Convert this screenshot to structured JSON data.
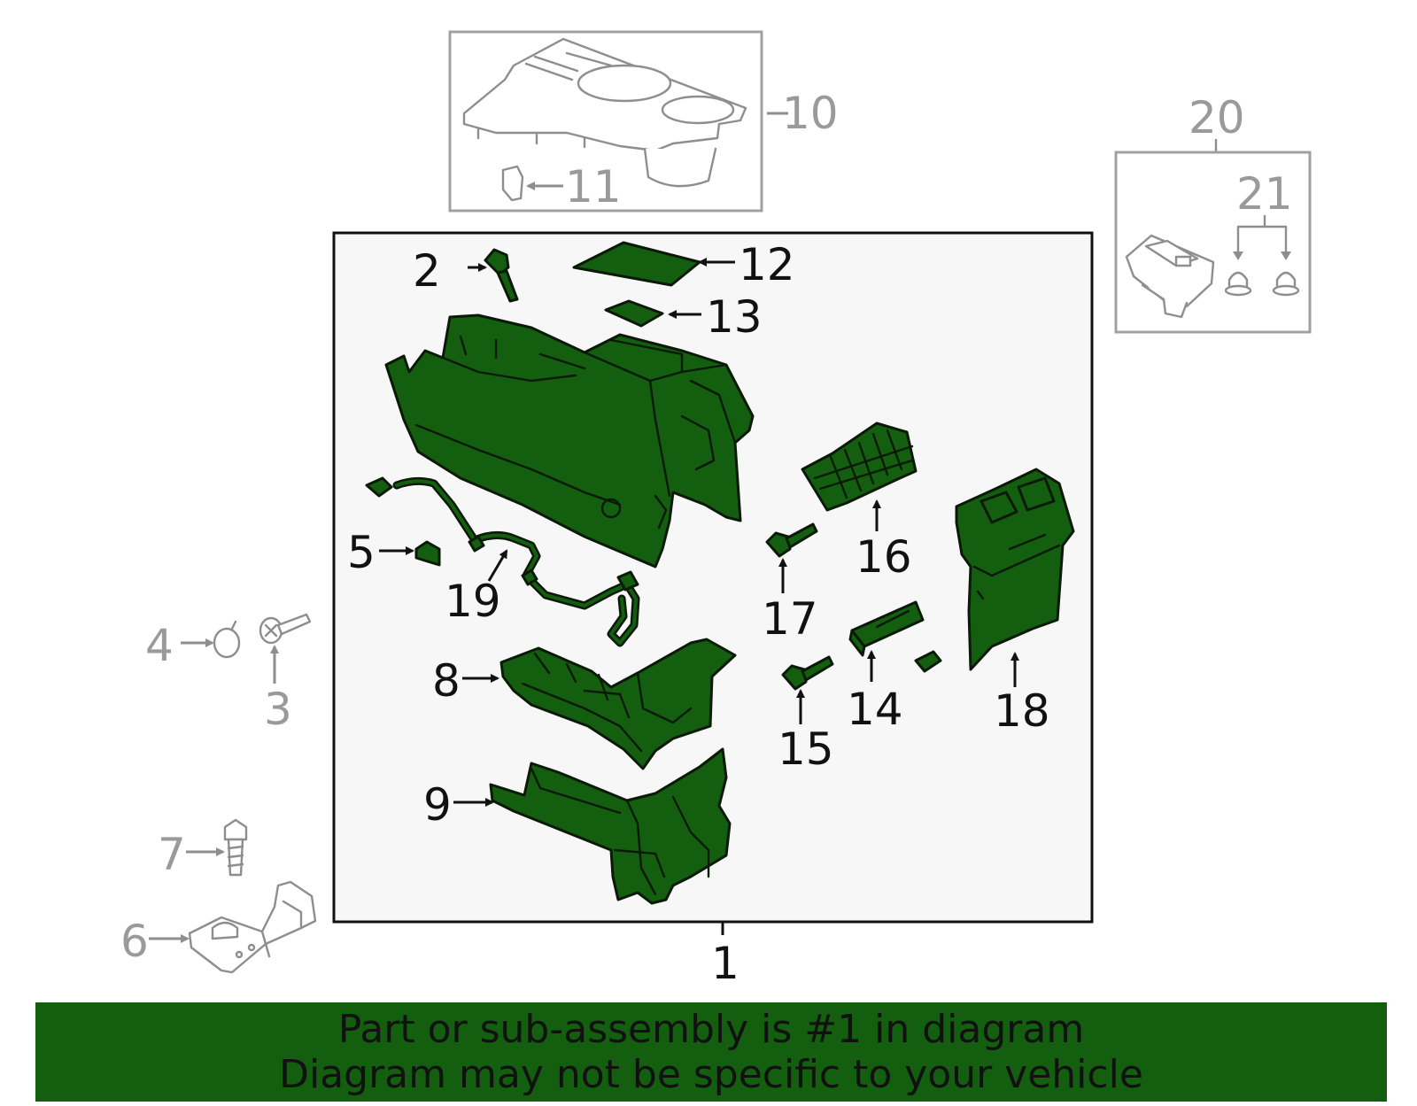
{
  "colors": {
    "highlight_part_fill": "#135f0f",
    "outline": "#0b1a08",
    "ghost_part": "#8e8e8e",
    "main_box_background": "#f7f7f7",
    "footer_background": "#135f0f",
    "footer_text": "#111111"
  },
  "callouts": {
    "c1": "1",
    "c2": "2",
    "c3": "3",
    "c4": "4",
    "c5": "5",
    "c6": "6",
    "c7": "7",
    "c8": "8",
    "c9": "9",
    "c10": "10",
    "c11": "11",
    "c12": "12",
    "c13": "13",
    "c14": "14",
    "c15": "15",
    "c16": "16",
    "c17": "17",
    "c18": "18",
    "c19": "19",
    "c20": "20",
    "c21": "21"
  },
  "footer": {
    "line1": "Part or sub-assembly is #1 in diagram",
    "line2": "Diagram may not be specific to your vehicle"
  }
}
